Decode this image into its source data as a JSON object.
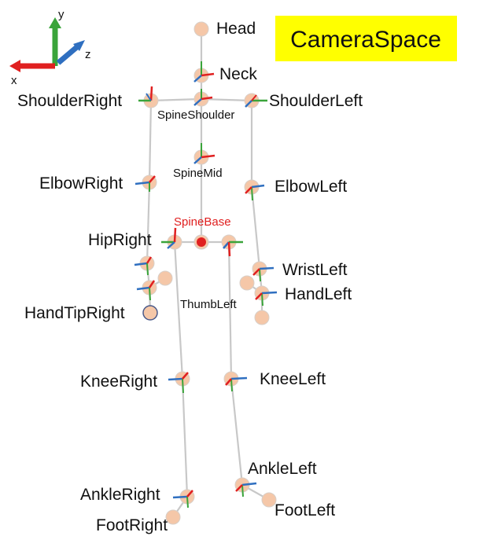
{
  "title": "CameraSpace",
  "colors": {
    "title_bg": "#ffff00",
    "x_axis": "#e02020",
    "y_axis": "#3aa43a",
    "z_axis": "#2f6fc0",
    "joint": "#f5c7a8",
    "bone": "#c8c8c8",
    "spine_base": "#e02020"
  },
  "axes_legend": {
    "x": "x",
    "y": "y",
    "z": "z"
  },
  "joints": {
    "head": "Head",
    "neck": "Neck",
    "spine_shoulder": "SpineShoulder",
    "shoulder_right": "ShoulderRight",
    "shoulder_left": "ShoulderLeft",
    "spine_mid": "SpineMid",
    "elbow_right": "ElbowRight",
    "elbow_left": "ElbowLeft",
    "spine_base": "SpineBase",
    "hip_right": "HipRight",
    "wrist_left": "WristLeft",
    "hand_left": "HandLeft",
    "thumb_left": "ThumbLeft",
    "hand_tip_right": "HandTipRight",
    "knee_right": "KneeRight",
    "knee_left": "KneeLeft",
    "ankle_left": "AnkleLeft",
    "ankle_right": "AnkleRight",
    "foot_left": "FootLeft",
    "foot_right": "FootRight"
  }
}
